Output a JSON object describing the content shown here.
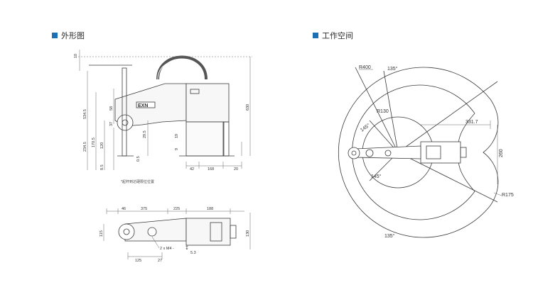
{
  "left_section": {
    "title": "外形图"
  },
  "right_section": {
    "title": "工作空间"
  },
  "side_view": {
    "dims_left": [
      "10",
      "534.5",
      "234.5",
      "170.5",
      "120",
      "8.5",
      "58",
      "37"
    ],
    "dims_mid": [
      "29.5",
      "0.5",
      "9"
    ],
    "dims_right": [
      "630",
      "19"
    ],
    "dims_bottom": [
      "42",
      "168",
      "20"
    ],
    "note": "*起杆到达硬限位位置"
  },
  "top_view": {
    "dims_top": [
      "46",
      "375",
      "225",
      "188"
    ],
    "dims_left": [
      "115"
    ],
    "dims_right": [
      "130"
    ],
    "dims_bottom": [
      "125",
      "27"
    ],
    "callout_holes": "2 x M4 -",
    "callout_depth": "5.3"
  },
  "workspace": {
    "r_outer": "R400",
    "r_inner": "R130",
    "r_tail": "R175",
    "angle_top": "135°",
    "angle_bottom": "135°",
    "angle_145_top": "145°",
    "angle_145_bottom": "145°",
    "dim_331": "331.7",
    "dim_260": "260"
  },
  "colors": {
    "accent": "#1a6fb5",
    "line": "#3a3a3a",
    "dim": "#555555"
  }
}
